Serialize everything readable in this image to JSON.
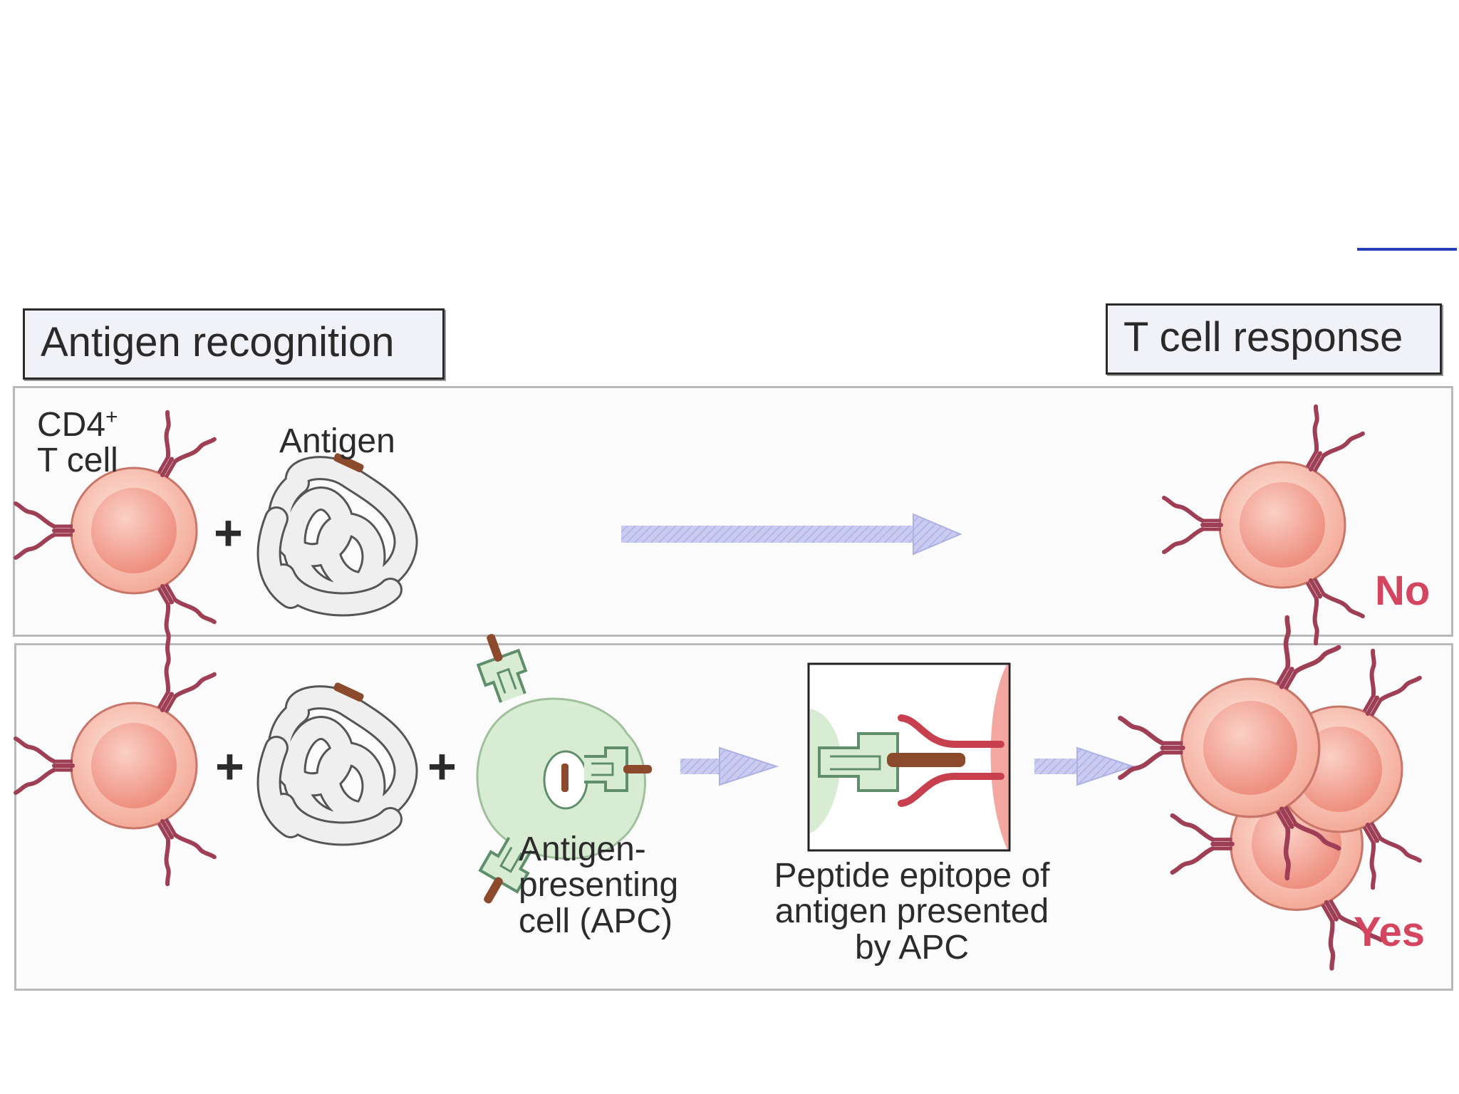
{
  "headers": {
    "left": "Antigen recognition",
    "right": "T cell response"
  },
  "row1": {
    "tcell_label_line1": "CD4",
    "tcell_label_sup": "+",
    "tcell_label_line2": "T cell",
    "antigen_label": "Antigen",
    "plus": "+",
    "response": "No"
  },
  "row2": {
    "plus1": "+",
    "plus2": "+",
    "apc_label_line1": "Antigen-",
    "apc_label_line2": "presenting",
    "apc_label_line3": "cell (APC)",
    "epitope_label_line1": "Peptide epitope of",
    "epitope_label_line2": "antigen presented",
    "epitope_label_line3": "by APC",
    "response": "Yes"
  },
  "colors": {
    "cell_fill": "#f7b9a8",
    "cell_core": "#f49b8b",
    "receptor": "#9e3f55",
    "antigen_fill": "#eeeeee",
    "antigen_stroke": "#555555",
    "peptide": "#8b4a2b",
    "apc_fill": "#d8ecd4",
    "mhc": "#5f8f6a",
    "arrow": "#c5c8ee",
    "response_text": "#d4465f"
  }
}
